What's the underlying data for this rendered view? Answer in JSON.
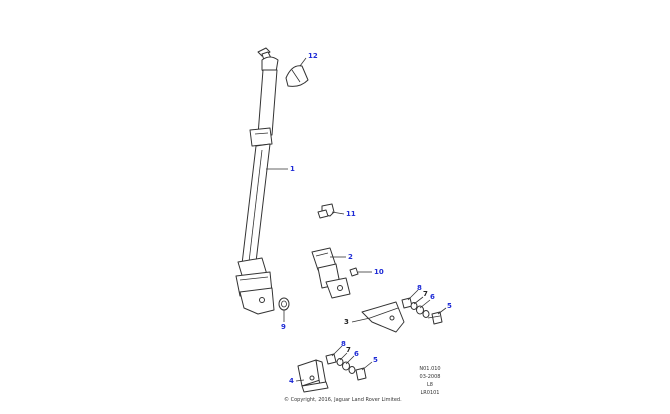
{
  "callouts": [
    {
      "label": "12",
      "color": "blue"
    },
    {
      "label": "1",
      "color": "blue"
    },
    {
      "label": "11",
      "color": "blue"
    },
    {
      "label": "2",
      "color": "blue"
    },
    {
      "label": "10",
      "color": "blue"
    },
    {
      "label": "9",
      "color": "blue"
    },
    {
      "label": "8",
      "color": "blue"
    },
    {
      "label": "7",
      "color": "black"
    },
    {
      "label": "6",
      "color": "blue"
    },
    {
      "label": "5",
      "color": "blue"
    },
    {
      "label": "3",
      "color": "black"
    },
    {
      "label": "8",
      "color": "blue"
    },
    {
      "label": "7",
      "color": "black"
    },
    {
      "label": "6",
      "color": "blue"
    },
    {
      "label": "5",
      "color": "blue"
    },
    {
      "label": "4",
      "color": "blue"
    }
  ],
  "reference": {
    "line1": "N01.010",
    "line2": "03-2008",
    "line3": "L8",
    "line4": "LR0101"
  },
  "copyright": "© Copyright, 2016, Jaguar Land Rover Limited.",
  "colors": {
    "callout_blue": "#1e2bd6",
    "callout_black": "#222222",
    "line": "#333333"
  }
}
